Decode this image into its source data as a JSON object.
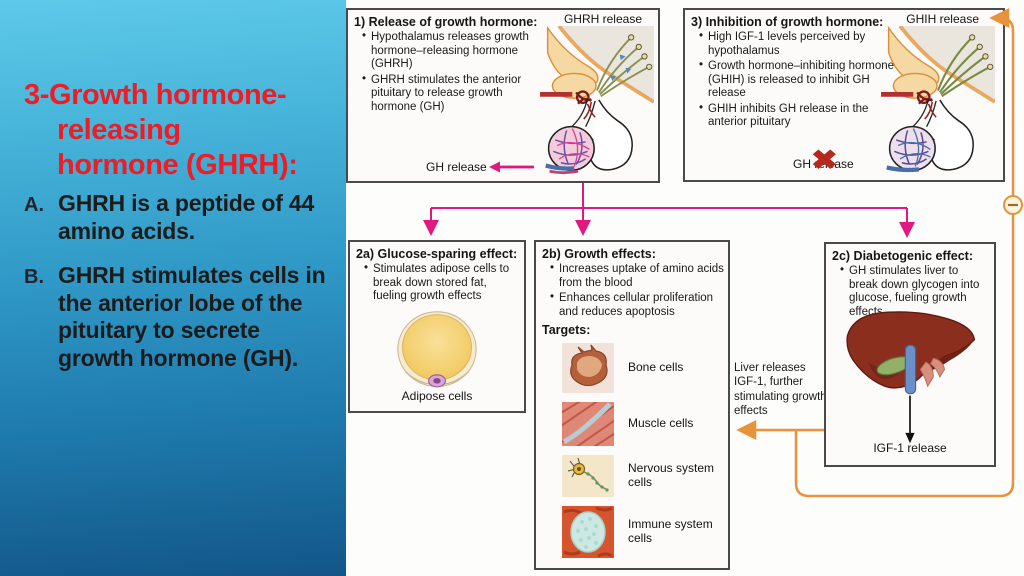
{
  "left": {
    "title_lines": [
      "3-Growth hormone-",
      "releasing",
      "hormone (GHRH):"
    ],
    "points": [
      {
        "marker": "A.",
        "text": "GHRH is a peptide of 44 amino acids."
      },
      {
        "marker": "B.",
        "text": "GHRH stimulates cells in the anterior lobe of the pituitary to secrete growth hormone (GH)."
      }
    ]
  },
  "figure": {
    "box1": {
      "title": "1) Release of growth hormone:",
      "bullets": [
        "Hypothalamus releases growth hormone–releasing hormone (GHRH)",
        "GHRH stimulates the anterior pituitary to release growth hormone (GH)"
      ],
      "top_label": "GHRH release",
      "bottom_label": "GH release"
    },
    "box3": {
      "title": "3) Inhibition of growth hormone:",
      "bullets": [
        "High IGF-1 levels perceived by hypothalamus",
        "Growth hormone–inhibiting hormone (GHIH) is released to inhibit GH release",
        "GHIH inhibits GH release in the anterior pituitary"
      ],
      "top_label": "GHIH release",
      "bottom_label": "GH release"
    },
    "box2a": {
      "title": "2a) Glucose-sparing effect:",
      "bullets": [
        "Stimulates adipose cells to break down stored fat, fueling growth effects"
      ],
      "caption": "Adipose cells"
    },
    "box2b": {
      "title": "2b) Growth effects:",
      "bullets": [
        "Increases uptake of amino acids from the blood",
        "Enhances cellular proliferation and reduces apoptosis"
      ],
      "targets_label": "Targets:",
      "targets": [
        "Bone cells",
        "Muscle cells",
        "Nervous system cells",
        "Immune system cells"
      ]
    },
    "box2c": {
      "title": "2c) Diabetogenic effect:",
      "bullets": [
        "GH stimulates liver to break down glycogen into glucose, fueling growth effects"
      ],
      "release_label": "IGF-1 release"
    },
    "note": "Liver releases IGF-1, further stimulating growth effects"
  },
  "icons": {
    "red_x": "✖"
  },
  "colors": {
    "title_red": "#EE1C25",
    "flow_pink": "#E01880",
    "flow_orange": "#E8923C",
    "panel_blue_top": "#5EC9E9",
    "panel_blue_bottom": "#135689"
  }
}
